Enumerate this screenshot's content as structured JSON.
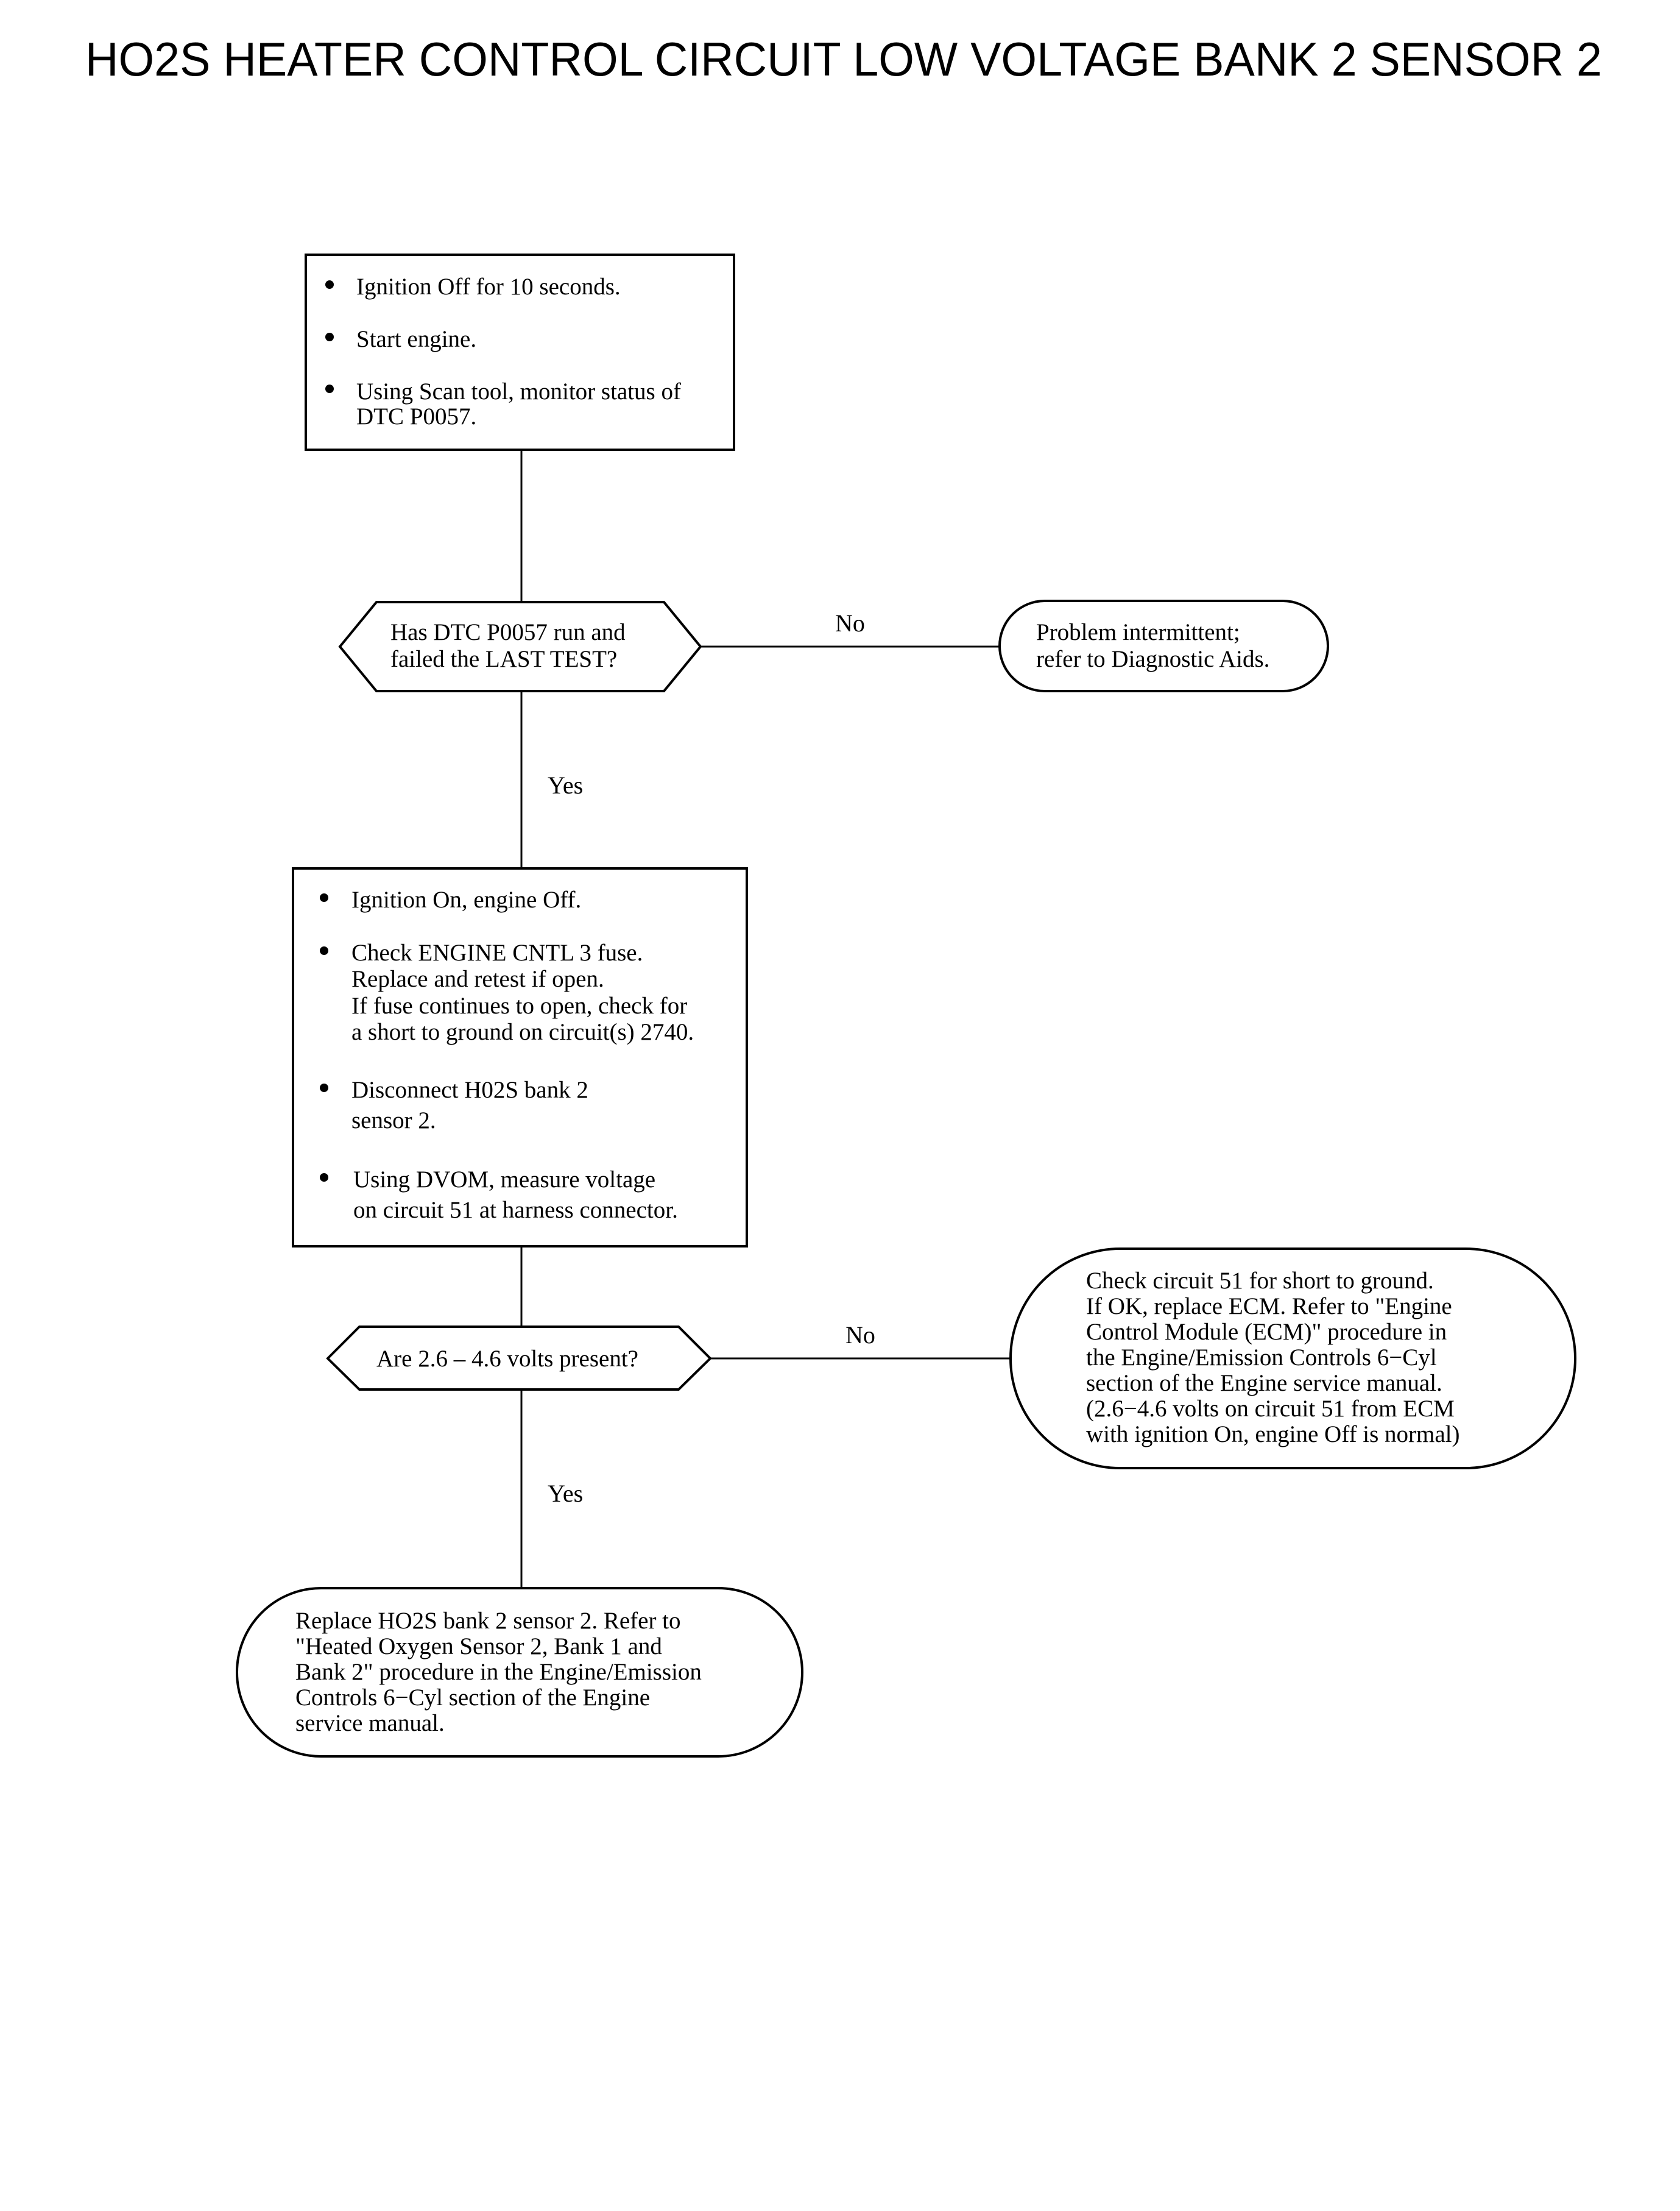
{
  "title": "HO2S HEATER CONTROL CIRCUIT LOW VOLTAGE BANK 2 SENSOR 2",
  "nodes": {
    "step1": {
      "bullets": [
        [
          "Ignition Off for 10 seconds."
        ],
        [
          "Start engine."
        ],
        [
          "Using Scan tool, monitor status of",
          "DTC P0057."
        ]
      ]
    },
    "decision1": {
      "lines": [
        "Has DTC P0057 run and",
        "failed the LAST TEST?"
      ]
    },
    "result1": {
      "lines": [
        "Problem intermittent;",
        "refer to Diagnostic Aids."
      ]
    },
    "step2": {
      "bullets": [
        [
          "Ignition On, engine Off."
        ],
        [
          "Check ENGINE CNTL 3 fuse.",
          "Replace and retest if open.",
          "If fuse continues to open, check for",
          "a short to ground on circuit(s) 2740."
        ],
        [
          "Disconnect H02S bank 2",
          "sensor 2."
        ],
        [
          "Using DVOM, measure voltage",
          "on circuit 51 at harness connector."
        ]
      ]
    },
    "decision2": {
      "lines": [
        "Are 2.6 – 4.6 volts present?"
      ]
    },
    "result2": {
      "lines": [
        "Check circuit 51 for short to ground.",
        "If OK, replace ECM. Refer to \"Engine",
        "Control Module (ECM)\" procedure in",
        "the Engine/Emission Controls 6−Cyl",
        "section of the Engine service manual.",
        "(2.6−4.6 volts on circuit 51 from ECM",
        "with ignition On, engine Off is normal)"
      ]
    },
    "result3": {
      "lines": [
        "Replace HO2S bank 2 sensor 2. Refer to",
        "\"Heated Oxygen Sensor 2, Bank 1 and",
        "Bank 2\" procedure in the Engine/Emission",
        "Controls 6−Cyl section of the Engine",
        "service manual."
      ]
    }
  },
  "edges": {
    "d1_no": "No",
    "d1_yes": "Yes",
    "d2_no": "No",
    "d2_yes": "Yes"
  }
}
